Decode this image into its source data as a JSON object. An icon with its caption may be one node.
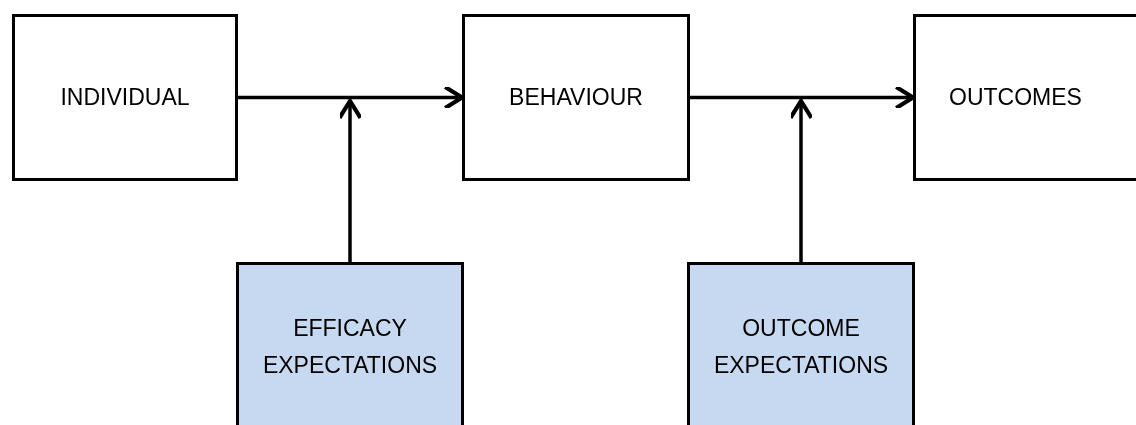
{
  "diagram": {
    "nodes": [
      {
        "text": [
          "INDIVIDUAL"
        ]
      },
      {
        "text": [
          "BEHAVIOUR"
        ]
      },
      {
        "text": [
          "OUTCOMES"
        ]
      },
      {
        "text": [
          "EFFICACY EXPECTATIONS"
        ]
      },
      {
        "text": [
          "OUTCOME EXPECTATIONS"
        ]
      }
    ],
    "edges": [
      {
        "from": 0,
        "to": 1,
        "arrow": "to"
      },
      {
        "from": 1,
        "to": 2,
        "arrow": "to"
      },
      {
        "from": 3,
        "to": null,
        "arrow": "to"
      },
      {
        "from": 4,
        "to": null,
        "arrow": "to"
      }
    ]
  }
}
